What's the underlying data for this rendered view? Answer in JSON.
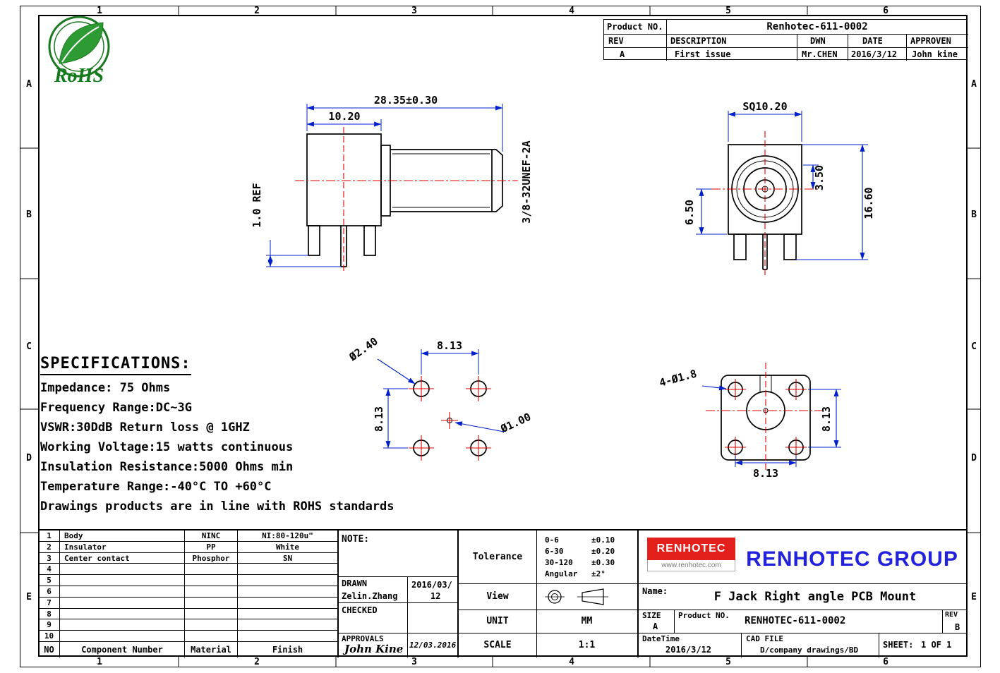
{
  "sheet": {
    "grid_columns": [
      "1",
      "2",
      "3",
      "4",
      "5",
      "6"
    ],
    "grid_rows": [
      "A",
      "B",
      "C",
      "D",
      "E"
    ]
  },
  "rohs": {
    "label": "RoHS"
  },
  "title_block": {
    "product_no_label": "Product NO.",
    "product_no_value": "Renhotec-611-0002",
    "rev_h": "REV",
    "description_h": "DESCRIPTION",
    "dwn_h": "DWN",
    "date_h": "DATE",
    "approven_h": "APPROVEN",
    "rev_v": "A",
    "description_v": "First issue",
    "dwn_v": "Mr.CHEN",
    "date_v": "2016/3/12",
    "approven_v": "John kine"
  },
  "specs": {
    "title": "SPECIFICATIONS:",
    "lines": [
      "Impedance: 75 Ohms",
      "Frequency Range:DC~3G",
      "VSWR:30DdB Return loss @ 1GHZ",
      "Working Voltage:15 watts continuous",
      "Insulation Resistance:5000 Ohms min",
      "Temperature Range:-40°C TO +60°C",
      "Drawings products are in line with ROHS standards"
    ]
  },
  "dims": {
    "side_overall": "28.35±0.30",
    "side_body": "10.20",
    "side_pin": "1.0 REF",
    "side_thread": "3/8-32UNEF-2A",
    "front_square": "SQ10.20",
    "front_lower": "6.50",
    "front_upper": "3.50",
    "front_total": "16.60",
    "fp_hole": "Ø2.40",
    "fp_pitch_x": "8.13",
    "fp_pitch_y": "8.13",
    "fp_center": "Ø1.00",
    "fl_holes": "4-Ø1.8",
    "fl_pitch_v": "8.13",
    "fl_pitch_h": "8.13"
  },
  "parts": {
    "rows": [
      {
        "no": "1",
        "component": "Body",
        "material": "NINC",
        "finish": "NI:80-120u\""
      },
      {
        "no": "2",
        "component": "Insulator",
        "material": "PP",
        "finish": "White"
      },
      {
        "no": "3",
        "component": "Center contact",
        "material": "Phosphor",
        "finish": "SN"
      },
      {
        "no": "4",
        "component": "",
        "material": "",
        "finish": ""
      },
      {
        "no": "5",
        "component": "",
        "material": "",
        "finish": ""
      },
      {
        "no": "6",
        "component": "",
        "material": "",
        "finish": ""
      },
      {
        "no": "7",
        "component": "",
        "material": "",
        "finish": ""
      },
      {
        "no": "8",
        "component": "",
        "material": "",
        "finish": ""
      },
      {
        "no": "9",
        "component": "",
        "material": "",
        "finish": ""
      },
      {
        "no": "10",
        "component": "",
        "material": "",
        "finish": ""
      }
    ],
    "footer": {
      "no": "NO",
      "component": "Component Number",
      "material": "Material",
      "finish": "Finish"
    }
  },
  "note_label": "NOTE:",
  "signoff": {
    "drawn_label": "DRAWN",
    "drawn_name": "Zelin.Zhang",
    "drawn_date_top": "2016/03/",
    "drawn_date_bottom": "12",
    "checked_label": "CHECKED",
    "approvals_label": "APPROVALS",
    "signature": "John Kine",
    "approvals_date": "12/03.2016"
  },
  "tolerance": {
    "label": "Tolerance",
    "rows": [
      {
        "range": "0-6",
        "value": "±0.10"
      },
      {
        "range": "6-30",
        "value": "±0.20"
      },
      {
        "range": "30-120",
        "value": "±0.30"
      },
      {
        "range": "Angular",
        "value": "±2°"
      }
    ]
  },
  "view_label": "View",
  "unit_label": "UNIT",
  "unit_value": "MM",
  "scale_label": "SCALE",
  "scale_value": "1:1",
  "company": {
    "logo_text": "RENHOTEC",
    "logo_url": "www.renhotec.com",
    "group_title": "RENHOTEC GROUP"
  },
  "name_label": "Name:",
  "name_value": "F Jack Right angle PCB Mount",
  "size_label": "SIZE",
  "size_value": "A",
  "product_label": "Product NO.",
  "product_value": "RENHOTEC-611-0002",
  "rev_label": "REV",
  "rev_value": "B",
  "datetime_label": "DateTime",
  "datetime_value": "2016/3/12",
  "cadfile_label": "CAD FILE",
  "cadfile_value": "D/company drawings/BD",
  "sheet_label": "SHEET:",
  "sheet_value": "1 OF 1"
}
